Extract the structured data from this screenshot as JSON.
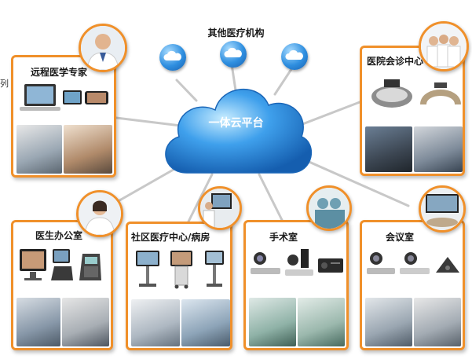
{
  "center": {
    "label": "一体云平台"
  },
  "top": {
    "label": "其他医疗机构"
  },
  "nodes": {
    "remote_expert": {
      "title": "远程医学专家"
    },
    "hospital_center": {
      "title": "医院会诊中心"
    },
    "doctor_office": {
      "title": "医生办公室"
    },
    "community_ward": {
      "title": "社区医疗中心/病房"
    },
    "operating_room": {
      "title": "手术室"
    },
    "meeting_room": {
      "title": "会议室"
    }
  },
  "edge_mark": "列",
  "colors": {
    "panel_border": "#f0902a",
    "cloud": "#2f8fe0",
    "link": "#c7c7c7"
  },
  "icons": [
    "cloud-icon",
    "doctor-avatar",
    "video-conference-terminal",
    "ip-phone",
    "camera"
  ]
}
